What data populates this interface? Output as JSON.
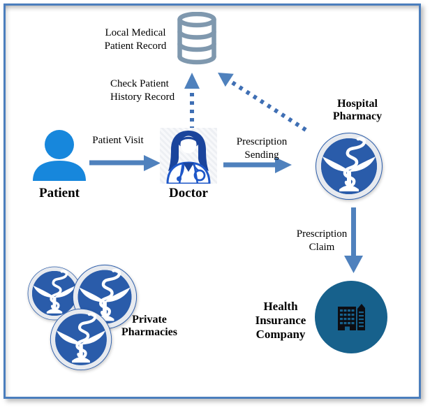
{
  "diagram": {
    "nodes": {
      "patient": {
        "label": "Patient",
        "icon": "person-icon"
      },
      "doctor": {
        "label": "Doctor",
        "icon": "female-doctor-icon"
      },
      "patient_record": {
        "lines": [
          "Local Medical",
          "Patient Record"
        ],
        "icon": "database-icon"
      },
      "hospital_pharmacy": {
        "lines": [
          "Hospital",
          "Pharmacy"
        ],
        "icon": "bowl-of-hygieia-icon"
      },
      "private_pharmacies": {
        "lines": [
          "Private",
          "Pharmacies"
        ],
        "icon": "bowl-of-hygieia-icon",
        "count": 3
      },
      "health_insurance": {
        "lines": [
          "Health",
          "Insurance",
          "Company"
        ],
        "icon": "office-building-icon"
      }
    },
    "edges": {
      "patient_visit": {
        "label": "Patient Visit",
        "from": "patient",
        "to": "doctor",
        "style": "solid"
      },
      "check_history": {
        "lines": [
          "Check Patient",
          "History Record"
        ],
        "from": "doctor",
        "to": "patient_record",
        "style": "dotted"
      },
      "pharmacy_record_check": {
        "from": "hospital_pharmacy",
        "to": "patient_record",
        "style": "dotted"
      },
      "prescription_sending": {
        "lines": [
          "Prescription",
          "Sending"
        ],
        "from": "doctor",
        "to": "hospital_pharmacy",
        "style": "solid"
      },
      "prescription_claim": {
        "lines": [
          "Prescription",
          "Claim"
        ],
        "from": "hospital_pharmacy",
        "to": "health_insurance",
        "style": "solid"
      }
    },
    "colors": {
      "frame_border": "#4b7ebd",
      "solid_arrow": "#4f81bd",
      "dotted_arrow": "#3f6fb4",
      "patient_icon": "#1787dc",
      "doctor_icon": "#1a449c",
      "doctor_outline": "#1e57c8",
      "database_icon": "#7f98ae",
      "pharmacy_icon": "#2a5caa",
      "insurance_circle": "#17618c",
      "building_icon": "#0d0d12",
      "label_text": "#000000"
    }
  }
}
